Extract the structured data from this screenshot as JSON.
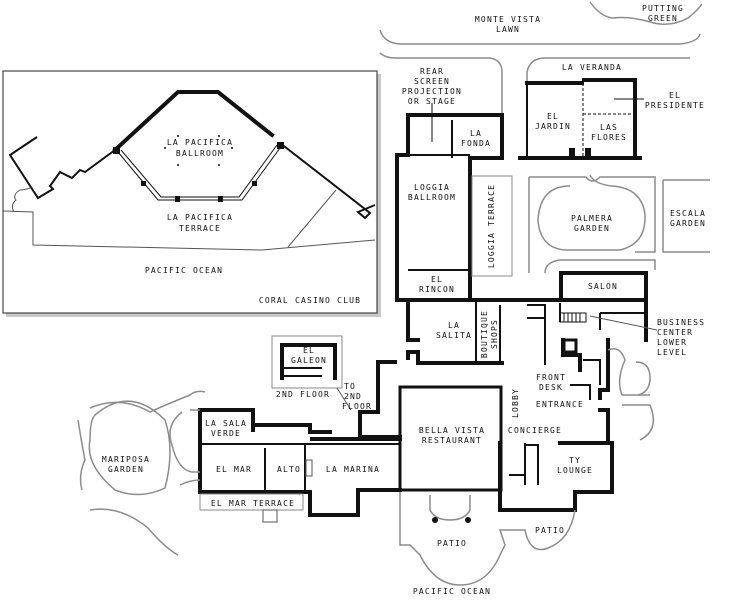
{
  "map": {
    "title": "Floor Plan",
    "colors": {
      "wall": "#111111",
      "grey_line": "#8c8c8c",
      "background": "#ffffff",
      "inset_shadow": "#c8c8c8"
    }
  },
  "inset": {
    "caption": "CORAL CASINO CLUB",
    "ballroom": [
      "LA PACIFICA",
      "BALLROOM"
    ],
    "terrace": [
      "LA PACIFICA",
      "TERRACE"
    ],
    "ocean": "PACIFIC OCEAN"
  },
  "outdoor": {
    "monte_vista_lawn": [
      "MONTE VISTA",
      "LAWN"
    ],
    "putting_green": [
      "PUTTING",
      "GREEN"
    ],
    "la_veranda": "LA VERANDA",
    "palmera_garden": [
      "PALMERA",
      "GARDEN"
    ],
    "escala_garden": [
      "ESCALA",
      "GARDEN"
    ],
    "mariposa_garden": [
      "MARIPOSA",
      "GARDEN"
    ],
    "patio_main": "PATIO",
    "patio_small": "PATIO",
    "pacific_ocean": "PACIFIC OCEAN",
    "el_mar_terrace": "EL MAR TERRACE",
    "loggia_terrace": "LOGGIA TERRACE"
  },
  "rooms": {
    "rear_screen": [
      "REAR",
      "SCREEN",
      "PROJECTION",
      "OR STAGE"
    ],
    "la_fonda": [
      "LA",
      "FONDA"
    ],
    "el_jardin": [
      "EL",
      "JARDIN"
    ],
    "las_flores": [
      "LAS",
      "FLORES"
    ],
    "el_presidente": [
      "EL",
      "PRESIDENTE"
    ],
    "loggia_ballroom": [
      "LOGGIA",
      "BALLROOM"
    ],
    "el_rincon": [
      "EL",
      "RINCON"
    ],
    "salon": "SALON",
    "la_salita": [
      "LA",
      "SALITA"
    ],
    "boutique_shops": [
      "BOUTIQUE",
      "SHOPS"
    ],
    "business_center": [
      "BUSINESS",
      "CENTER",
      "LOWER",
      "LEVEL"
    ],
    "el_galeon": [
      "EL",
      "GALEON"
    ],
    "second_floor": "2ND FLOOR",
    "to_second_floor": [
      "TO",
      "2ND",
      "FLOOR"
    ],
    "front_desk": [
      "FRONT",
      "DESK"
    ],
    "entrance": "ENTRANCE",
    "lobby": "LOBBY",
    "concierge": "CONCIERGE",
    "bella_vista": [
      "BELLA VISTA",
      "RESTAURANT"
    ],
    "ty_lounge": [
      "TY",
      "LOUNGE"
    ],
    "la_sala_verde": [
      "LA SALA",
      "VERDE"
    ],
    "el_mar": "EL MAR",
    "alto": "ALTO",
    "la_marina": "LA MARINA"
  }
}
